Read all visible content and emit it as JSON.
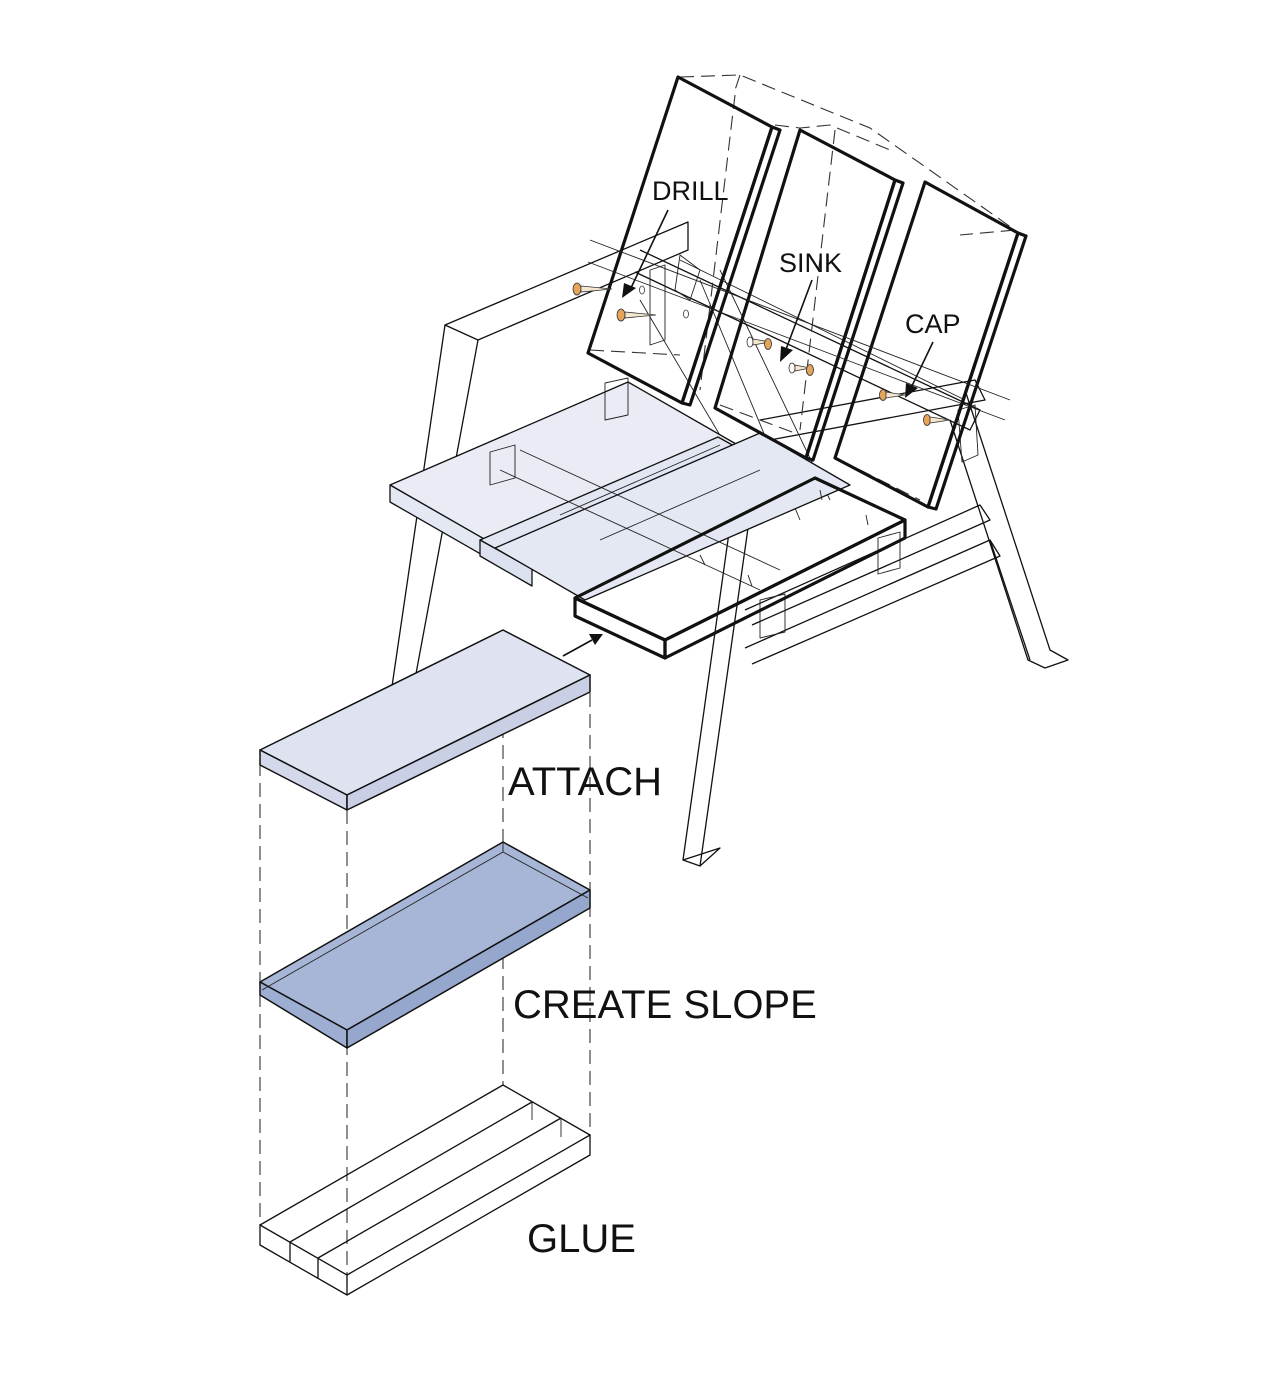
{
  "labels": {
    "drill": "DRILL",
    "sink": "SINK",
    "cap": "CAP",
    "attach": "ATTACH",
    "create_slope": "CREATE SLOPE",
    "glue": "GLUE"
  },
  "colors": {
    "board_fill": "#dfe3f1",
    "board_fill_light": "#e9ecf5",
    "slope_fill": "#a7b6d6",
    "screw_head": "#e6a45a",
    "line": "#111111"
  }
}
